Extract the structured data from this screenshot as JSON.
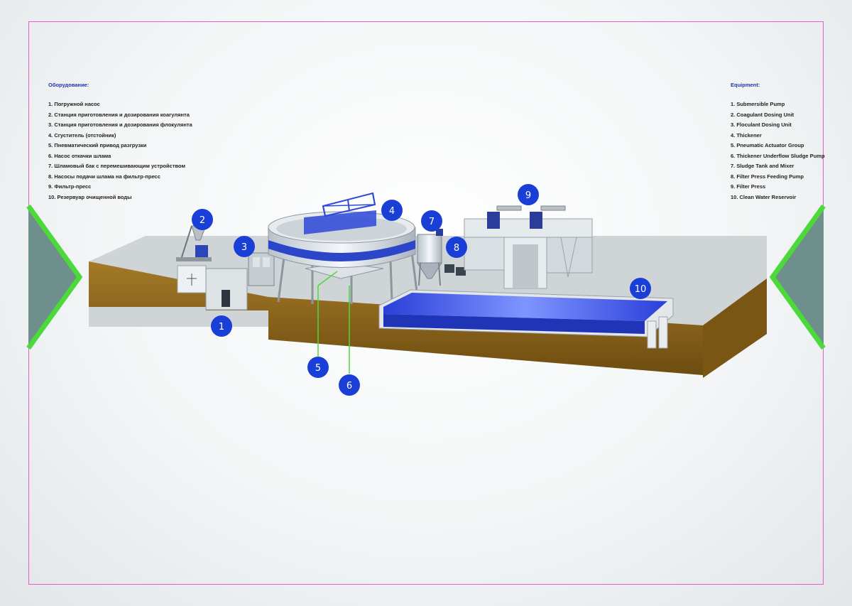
{
  "legend_ru": {
    "title": "Оборудование:",
    "items": [
      "1. Погружной насос",
      "2. Станция приготовления и дозирования коагулянта",
      "3. Станция приготовления и дозирования флокулянта",
      "4. Сгуститель (отстойник)",
      "5. Пневматический привод разгрузки",
      "6. Насос откачки шлама",
      "7. Шламовый бак с перемешивающим устройством",
      "8. Насосы подачи шлама на фильтр-пресс",
      "9. Фильтр-пресс",
      "10. Резервуар очищенной воды"
    ]
  },
  "legend_en": {
    "title": "Equipment:",
    "items": [
      "1. Submersible Pump",
      "2. Coagulant Dosing Unit",
      "3. Floculant Dosing Unit",
      "4. Thickener",
      "5. Pneumatic Actuator Group",
      "6. Thickener Underflow Sludge Pump",
      "7. Sludge Tank and Mixer",
      "8. Filter Press Feeding Pump",
      "9. Filter Press",
      "10. Clean Water Reservoir"
    ]
  },
  "badges": [
    "1",
    "2",
    "3",
    "4",
    "5",
    "6",
    "7",
    "8",
    "9",
    "10"
  ],
  "colors": {
    "badge": "#1a3fd6",
    "arrow_green": "#4cd93a",
    "arrow_fill": "#6e8f8c",
    "soil": "#8a6218",
    "slab_top": "#c9cfd2",
    "water": "#3a55e8",
    "frame": "#e060c8"
  }
}
